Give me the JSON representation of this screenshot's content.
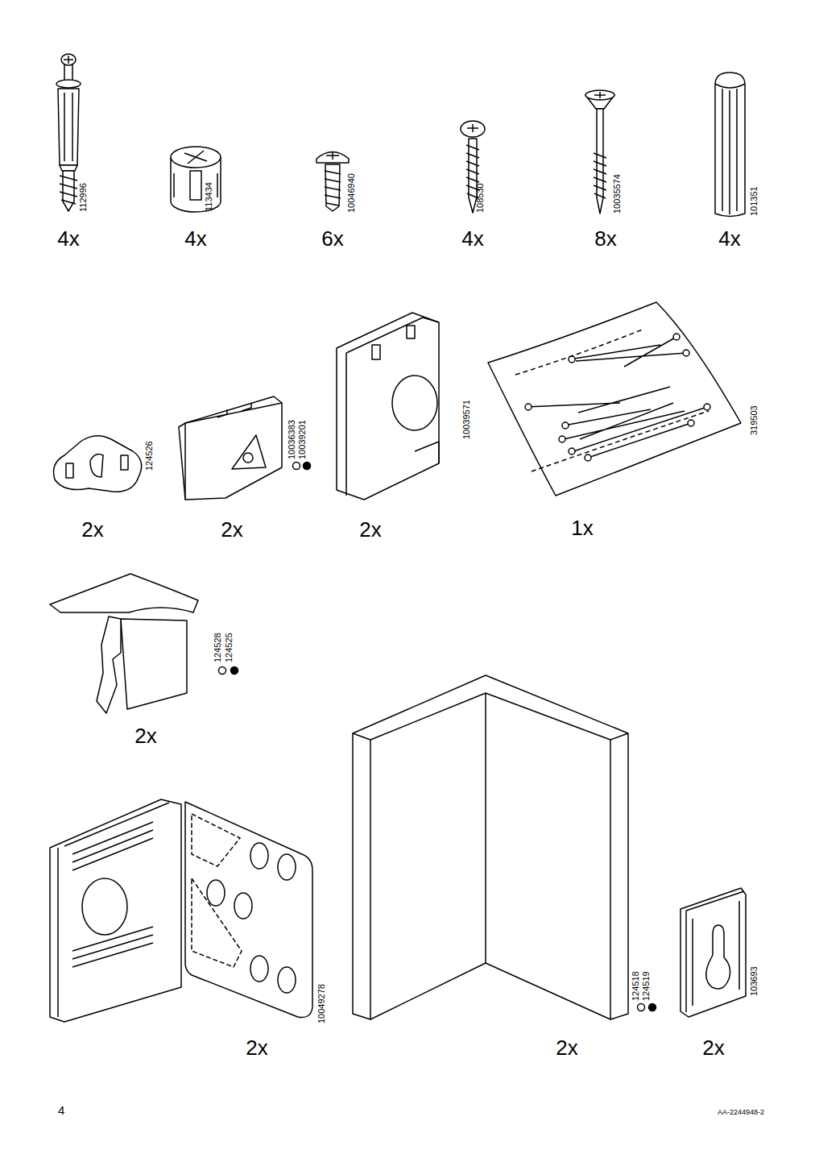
{
  "diagram": {
    "labels": [
      "112996",
      "4x",
      "113434",
      "4x",
      "10046940",
      "6x",
      "108530",
      "4x",
      "10035574",
      "8x",
      "101351",
      "4x",
      "124526",
      "2x",
      "10036383",
      "10039201",
      "2x",
      "10039571",
      "2x",
      "319503",
      "1x",
      "124528",
      "124525",
      "2x",
      "10049278",
      "2x",
      "124518",
      "124519",
      "2x",
      "103693",
      "2x",
      "4",
      "AA-2244948-2"
    ]
  }
}
